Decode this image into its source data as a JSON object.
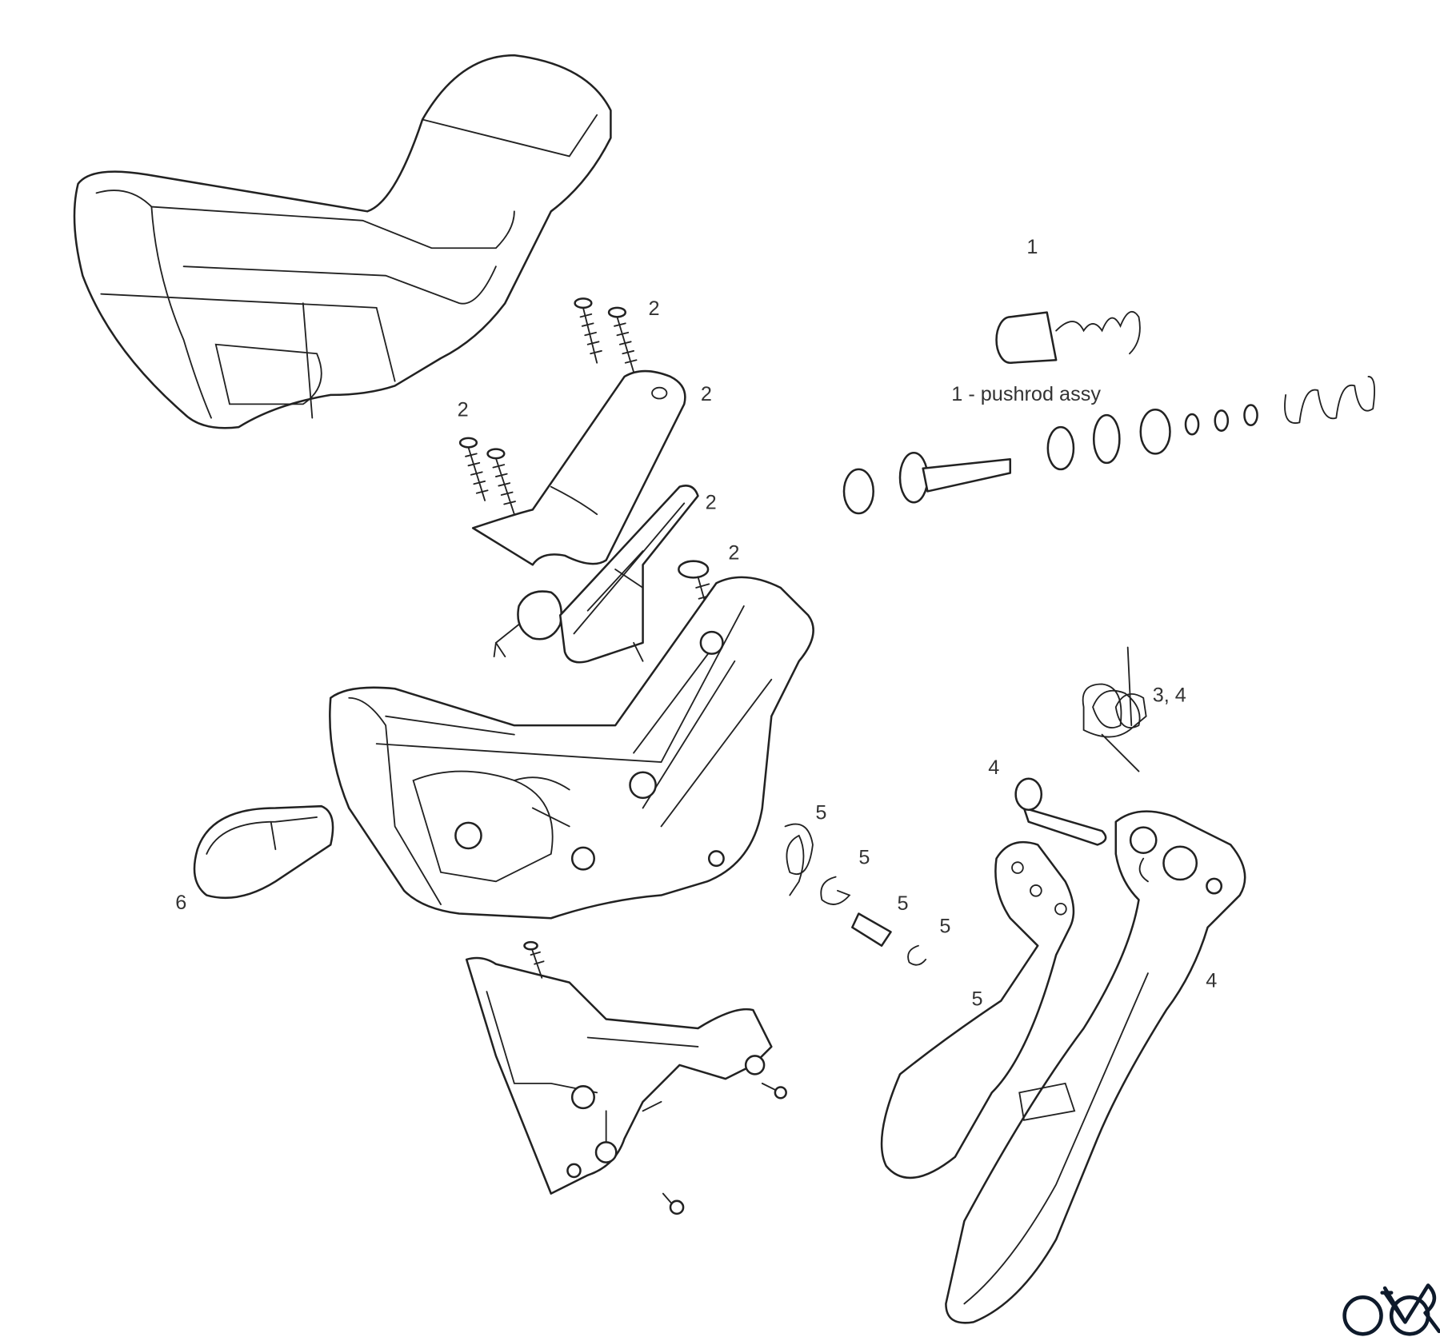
{
  "diagram": {
    "labels": {
      "pushrod_number": "1",
      "pushrod_caption": "1 - pushrod assy",
      "screw_top_a": "2",
      "screw_top_b": "2",
      "screw_left": "2",
      "clamp": "2",
      "bolt": "2",
      "spring_pin": "3, 4",
      "pivot_pin": "4",
      "spring_small": "5",
      "e_clip": "5",
      "adjuster": "5",
      "c_clip": "5",
      "brake_lever": "5",
      "shift_lever": "4",
      "band_clamp": "6"
    },
    "logo": "bike-logo"
  }
}
